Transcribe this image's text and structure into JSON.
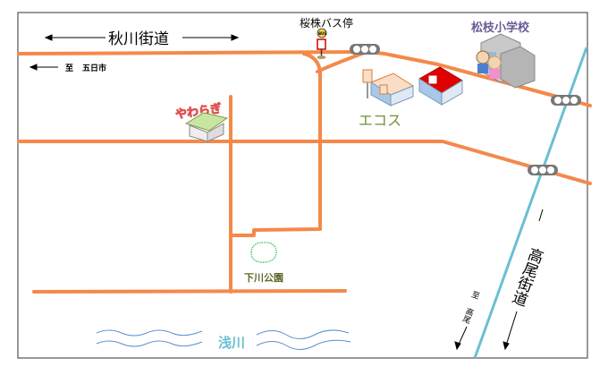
{
  "roads": {
    "akigawa": "秋川街道",
    "takao": "高尾街道"
  },
  "directions": {
    "itsukaichi_to": "至",
    "itsukaichi": "五日市",
    "takao_to": "至",
    "takao": "高尾"
  },
  "landmarks": {
    "bus_stop": "桜株バス停",
    "bus_sign": "BUS",
    "school": "松枝小学校",
    "store": "エコス",
    "yawaragi": "やわらぎ",
    "park": "下川公園",
    "river": "浅川"
  },
  "colors": {
    "road": "#f4894a",
    "river": "#6bbfd3",
    "waves": "#5b8fd0",
    "store_label": "#6f8f3a",
    "school_label": "#6b5a94",
    "yawaragi_label": "#e05050",
    "park_label": "#5c6b2a"
  },
  "icons": [
    "bus-stop-icon",
    "traffic-light-icon",
    "school-building-icon",
    "children-icon",
    "store-icon",
    "post-office-icon",
    "house-icon",
    "park-tree-icon",
    "river-waves-icon"
  ]
}
